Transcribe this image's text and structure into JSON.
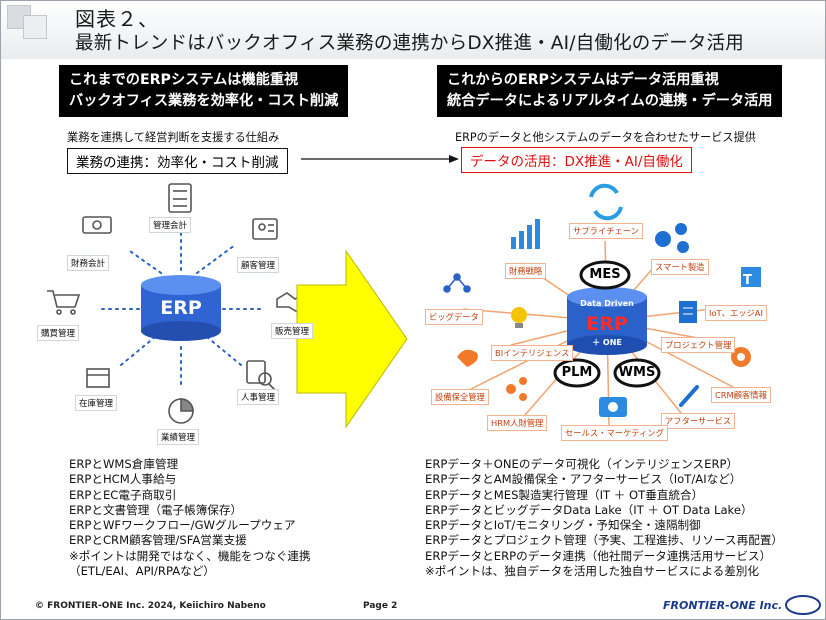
{
  "title": {
    "line1": "図表２、",
    "line2": "最新トレンドはバックオフィス業務の連携からDX推進・AI/自働化のデータ活用"
  },
  "left": {
    "header_line1": "これまでのERPシステムは機能重視",
    "header_line2": "バックオフィス業務を効率化・コスト削減",
    "subtitle": "業務を連携して経営判断を支援する仕組み",
    "box_text": "業務の連携：効率化・コスト削減",
    "center": "ERP",
    "nodes": [
      "管理会計",
      "顧客管理",
      "販売管理",
      "人事管理",
      "業績管理",
      "在庫管理",
      "購買管理",
      "財務会計"
    ],
    "list": [
      "ERPとWMS倉庫管理",
      "ERPとHCM人事給与",
      "ERPとEC電子商取引",
      "ERPと文書管理（電子帳簿保存）",
      "ERPとWFワークフロー/GWグループウェア",
      "ERPとCRM顧客管理/SFA営業支援",
      "※ポイントは開発ではなく、機能をつなぐ連携",
      "（ETL/EAI、API/RPAなど）"
    ]
  },
  "right": {
    "header_line1": "これからのERPシステムはデータ活用重視",
    "header_line2": "統合データによるリアルタイムの連携・データ活用",
    "subtitle": "ERPのデータと他システムのデータを合わせたサービス提供",
    "box_text": "データの活用：DX推進・AI/自働化",
    "center_top": "Data Driven",
    "center": "ERP",
    "center_bottom": "＋ ONE",
    "badges": [
      "MES",
      "PLM",
      "WMS"
    ],
    "nodes": [
      "サプライチェーン",
      "スマート製造",
      "IoT、エッジAI",
      "プロジェクト管理",
      "CRM顧客情報",
      "アフターサービス",
      "セールス・マーケティング",
      "HRM人財管理",
      "設備保全管理",
      "BIインテリジェンス",
      "ビッグデータ",
      "財務戦略"
    ],
    "list": [
      "ERPデータ＋ONEのデータ可視化（インテリジェンスERP）",
      "ERPデータとAM設備保全・アフターサービス（IoT/AIなど）",
      "ERPデータとMES製造実行管理（IT ＋ OT垂直統合）",
      "ERPデータとビッグデータData Lake（IT ＋ OT Data Lake）",
      "ERPデータとIoT/モニタリング・予知保全・遠隔制御",
      "ERPデータとプロジェクト管理（予実、工程進捗、リソース再配置）",
      "ERPデータとERPのデータ連携（他社間データ連携活用サービス）",
      "※ポイントは、独自データを活用した独自サービスによる差別化"
    ]
  },
  "footer": {
    "copyright": "© FRONTIER-ONE Inc. 2024,  Keiichiro  Nabeno",
    "page": "Page 2",
    "logo": "FRONTIER-ONE Inc."
  },
  "colors": {
    "accent_red": "#dd1111",
    "erp_blue": "#3a6fd8",
    "arrow_yellow": "#ffff00",
    "orange": "#f07a2a"
  }
}
